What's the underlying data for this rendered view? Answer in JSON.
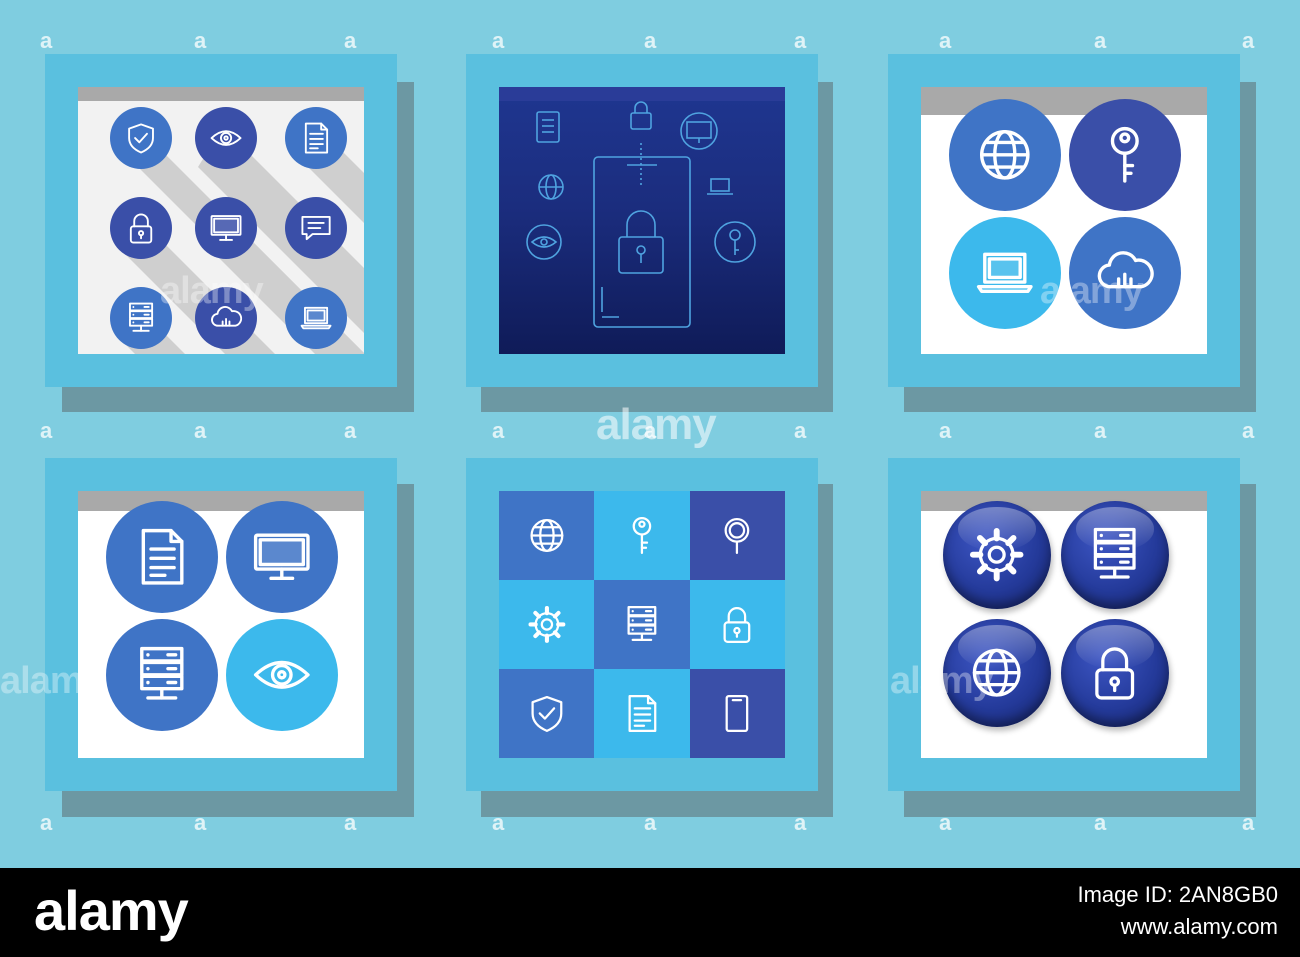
{
  "colors": {
    "background": "#7fcde0",
    "card_frame": "#5ac0df",
    "card_shadow": "#6c98a3",
    "dark_blue": "#3a4fa8",
    "mid_blue": "#3f74c6",
    "light_blue": "#3cb9ec",
    "navy": "#1d2d7a",
    "footer": "#000000"
  },
  "watermark": {
    "word": "alamy",
    "letter": "a"
  },
  "cards": [
    {
      "name": "icon-grid-nine-circles",
      "icons": [
        "shield-check-icon",
        "eye-icon",
        "document-icon",
        "padlock-icon",
        "monitor-icon",
        "chat-bubble-icon",
        "server-icon",
        "cloud-icon",
        "laptop-icon"
      ]
    },
    {
      "name": "smartphone-padlock-scene",
      "icons": [
        "document-icon",
        "padlock-icon",
        "monitor-icon",
        "globe-icon",
        "laptop-icon",
        "eye-icon",
        "key-icon",
        "smartphone-padlock-icon"
      ]
    },
    {
      "name": "four-circle-set-a",
      "icons": [
        "globe-icon",
        "key-icon",
        "laptop-icon",
        "cloud-icon"
      ]
    },
    {
      "name": "four-circle-set-b",
      "icons": [
        "document-icon",
        "monitor-icon",
        "server-icon",
        "eye-icon"
      ]
    },
    {
      "name": "checkerboard-tiles",
      "icons": [
        "globe-icon",
        "key-icon",
        "magnifier-icon",
        "gear-icon",
        "server-icon",
        "padlock-icon",
        "shield-check-icon",
        "document-icon",
        "smartphone-icon"
      ]
    },
    {
      "name": "glossy-buttons",
      "icons": [
        "gear-icon",
        "server-icon",
        "globe-icon",
        "padlock-icon"
      ]
    }
  ],
  "footer": {
    "brand": "alamy",
    "image_id_line": "Image ID: 2AN8GB0",
    "site_line": "www.alamy.com"
  }
}
